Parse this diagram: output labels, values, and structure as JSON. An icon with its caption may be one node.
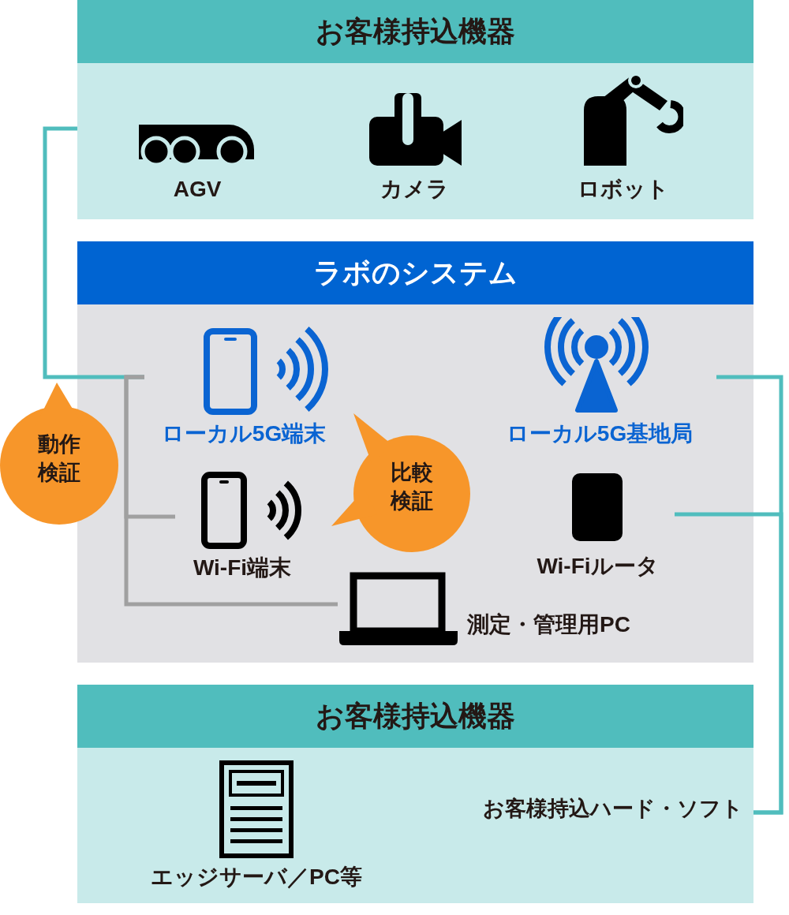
{
  "diagram": {
    "nodes": [
      {
        "text": [
          "お客様持込機器"
        ]
      },
      {
        "text": [
          "AGV"
        ],
        "in": 0
      },
      {
        "text": [
          "カメラ"
        ],
        "in": 0
      },
      {
        "text": [
          "ロボット"
        ],
        "in": 0
      },
      {
        "text": [
          "ラボのシステム"
        ]
      },
      {
        "text": [
          "ローカル5G端末"
        ],
        "in": 4
      },
      {
        "text": [
          "ローカル5G基地局"
        ],
        "in": 4
      },
      {
        "text": [
          "Wi-Fi端末"
        ],
        "in": 4
      },
      {
        "text": [
          "Wi-Fiルータ"
        ],
        "in": 4
      },
      {
        "text": [
          "測定・管理用PC"
        ],
        "in": 4
      },
      {
        "text": [
          "お客様持込機器"
        ]
      },
      {
        "text": [
          "エッジサーバ／PC等"
        ],
        "in": 10
      },
      {
        "text": [
          "お客様持込ハード・ソフト"
        ],
        "in": 10
      },
      {
        "text": [
          "動作検証"
        ]
      },
      {
        "text": [
          "比較検証"
        ],
        "in": 4
      }
    ],
    "edges": [
      {
        "from": 0,
        "to": 5,
        "arrow": "none"
      },
      {
        "from": 5,
        "to": 7,
        "arrow": "none",
        "color": "#a0a0a0"
      },
      {
        "from": 5,
        "to": 9,
        "arrow": "none",
        "color": "#a0a0a0"
      },
      {
        "from": 6,
        "to": 10,
        "arrow": "none"
      },
      {
        "from": 8,
        "to": 10,
        "arrow": "none"
      }
    ]
  }
}
